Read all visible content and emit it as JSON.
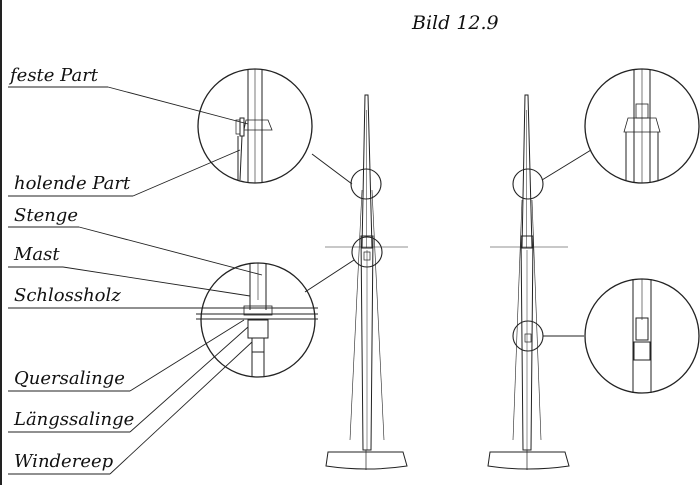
{
  "figure": {
    "title": "Bild 12.9",
    "labels": {
      "feste_part": "feste Part",
      "holende_part": "holende Part",
      "stenge": "Stenge",
      "mast": "Mast",
      "schlossholz": "Schlossholz",
      "quersalinge": "Quersalinge",
      "laengssalinge": "Längssalinge",
      "windereep": "Windereep"
    }
  }
}
